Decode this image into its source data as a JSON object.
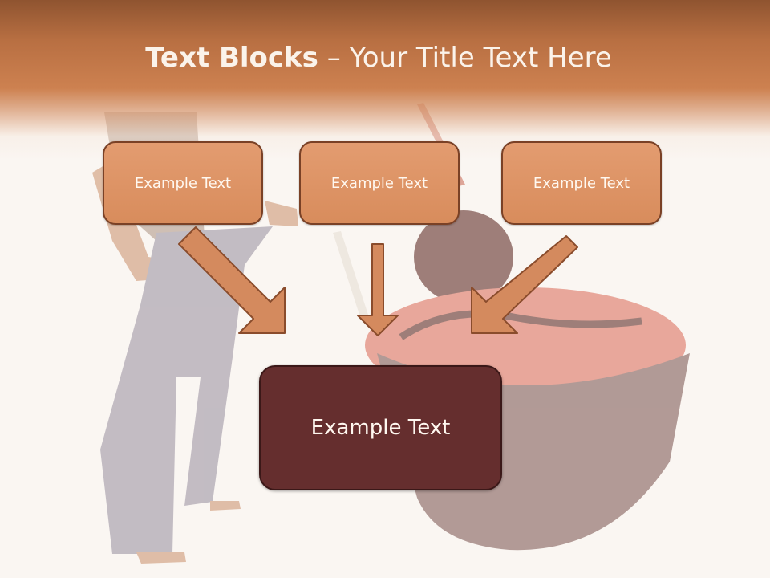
{
  "slide": {
    "title_bold": "Text Blocks",
    "title_rest": " – Your Title Text Here",
    "top_boxes": [
      {
        "label": "Example Text"
      },
      {
        "label": "Example Text"
      },
      {
        "label": "Example Text"
      }
    ],
    "bottom_box": {
      "label": "Example Text"
    }
  },
  "colors": {
    "header": "#cd8150",
    "box_fill": "#dd9464",
    "box_border": "#7a4126",
    "arrow_fill": "#d48a5e",
    "bottom_fill": "#652e2e"
  }
}
